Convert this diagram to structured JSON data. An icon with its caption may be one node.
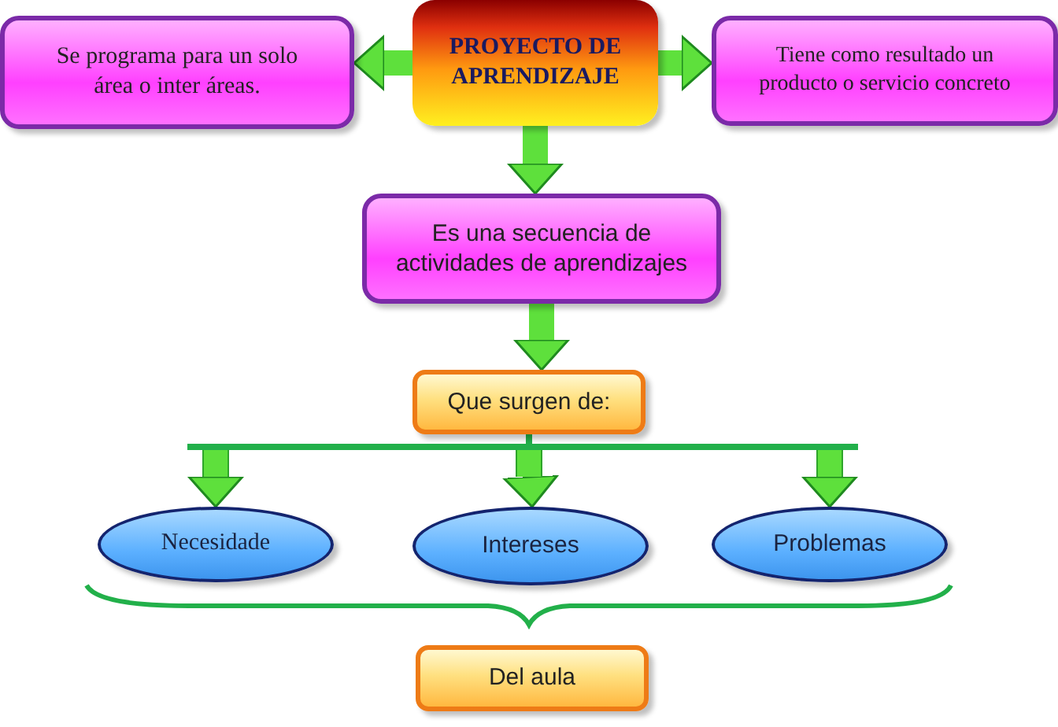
{
  "diagram": {
    "nodes": [
      {
        "text": [
          "PROYECTO DE APRENDIZAJE"
        ]
      },
      {
        "text": [
          "Se programa para un solo área o inter áreas."
        ]
      },
      {
        "text": [
          "Tiene como resultado un producto o servicio concreto"
        ]
      },
      {
        "text": [
          "Es una secuencia de actividades de aprendizajes"
        ]
      },
      {
        "text": [
          "Que surgen de:"
        ]
      },
      {
        "text": [
          "Necesidade"
        ]
      },
      {
        "text": [
          "Intereses"
        ]
      },
      {
        "text": [
          "Problemas"
        ]
      },
      {
        "text": [
          "Del aula"
        ]
      }
    ],
    "edges": [
      {
        "from": 0,
        "to": 1,
        "arrow": "to"
      },
      {
        "from": 0,
        "to": 2,
        "arrow": "to"
      },
      {
        "from": 0,
        "to": 3,
        "arrow": "to"
      },
      {
        "from": 3,
        "to": 4,
        "arrow": "to"
      },
      {
        "from": 4,
        "to": 5,
        "arrow": "to"
      },
      {
        "from": 4,
        "to": 6,
        "arrow": "to"
      },
      {
        "from": 4,
        "to": 7,
        "arrow": "to"
      }
    ]
  }
}
